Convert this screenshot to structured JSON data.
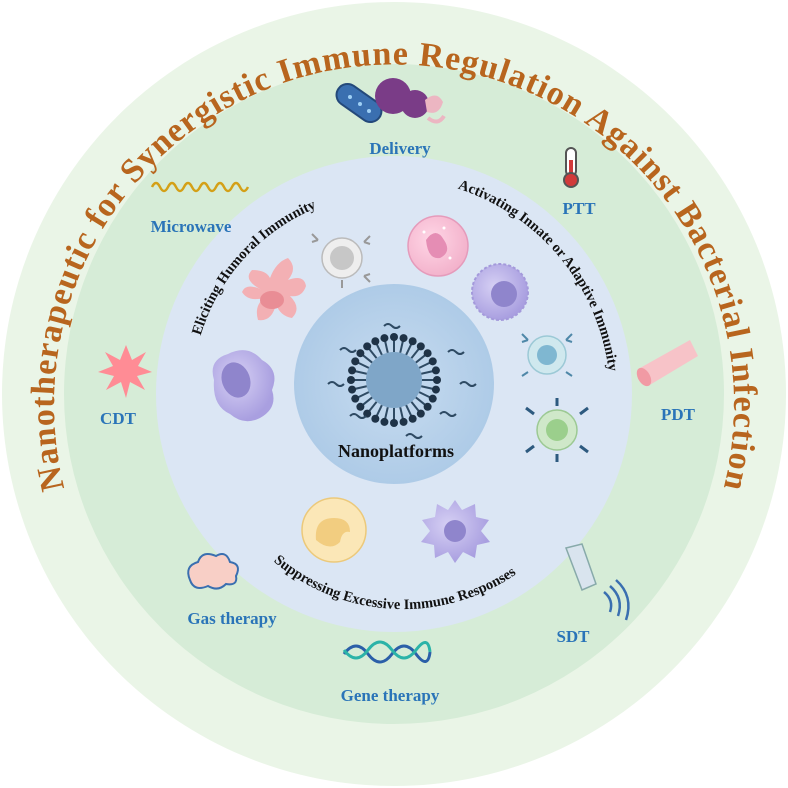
{
  "title_ring": {
    "text": "Nanotherapeutic for Synergistic Immune Regulation Against Bacterial Infection"
  },
  "modalities": {
    "delivery": "Delivery",
    "ptt": "PTT",
    "microwave": "Microwave",
    "cdt": "CDT",
    "pdt": "PDT",
    "gas_therapy": "Gas therapy",
    "sdt": "SDT",
    "gene_therapy": "Gene therapy"
  },
  "immune_arcs": {
    "humoral": "Eliciting Humoral Immunity",
    "innate_adaptive": "Activating Innate or Adaptive Immunity",
    "suppressing": "Suppressing Excessive Immune Responses"
  },
  "center": {
    "label": "Nanoplatforms"
  },
  "colors": {
    "title": "#b8651e",
    "modality_text": "#2a74b8",
    "outer_ring": "#e9f4e6",
    "middle_ring": "#d7ecd8",
    "inner_disc": "#dde7f4",
    "core_disc": "#b6d0ea"
  }
}
